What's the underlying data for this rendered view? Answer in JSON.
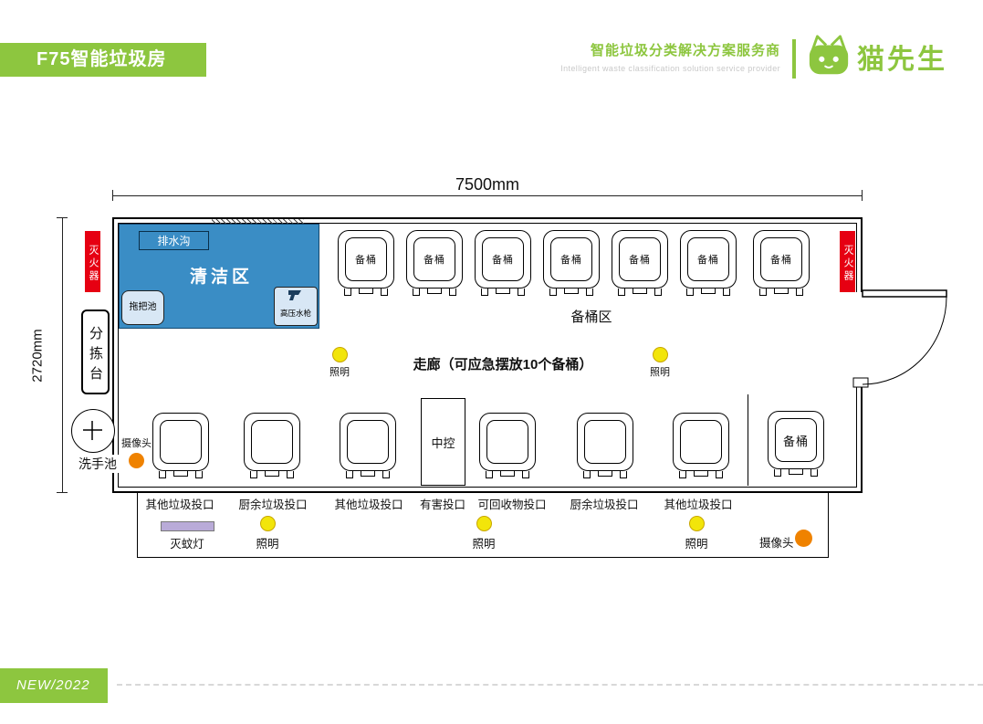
{
  "header": {
    "title": "F75智能垃圾房",
    "tagline_cn": "智能垃圾分类解决方案服务商",
    "tagline_en": "Intelligent waste classification solution service provider",
    "brand_name": "猫先生"
  },
  "footer": {
    "badge": "NEW/2022"
  },
  "plan": {
    "dim_width": "7500mm",
    "dim_height": "2720mm",
    "cleaning_area": "清洁区",
    "drain": "排水沟",
    "mop_pool": "拖把池",
    "water_gun": "高压水枪",
    "fire_extinguisher": "灭火器",
    "sorting_table": "分拣台",
    "washbasin": "洗手池",
    "camera": "摄像头",
    "spare_bucket": "备桶",
    "spare_area": "备桶区",
    "corridor": "走廊（可应急摆放10个备桶）",
    "lighting": "照明",
    "central_control": "中控",
    "mosquito_lamp": "灭蚊灯",
    "inlets": [
      "其他垃圾投口",
      "厨余垃圾投口",
      "其他垃圾投口",
      "有害投口",
      "可回收物投口",
      "厨余垃圾投口",
      "其他垃圾投口"
    ]
  },
  "colors": {
    "brand_green": "#8DC63F",
    "clean_blue": "#3A8DC5",
    "fire_red": "#E60012",
    "light_yellow": "#F2E50A",
    "camera_orange": "#EF8200",
    "lamp_purple": "#B9ABD8"
  }
}
